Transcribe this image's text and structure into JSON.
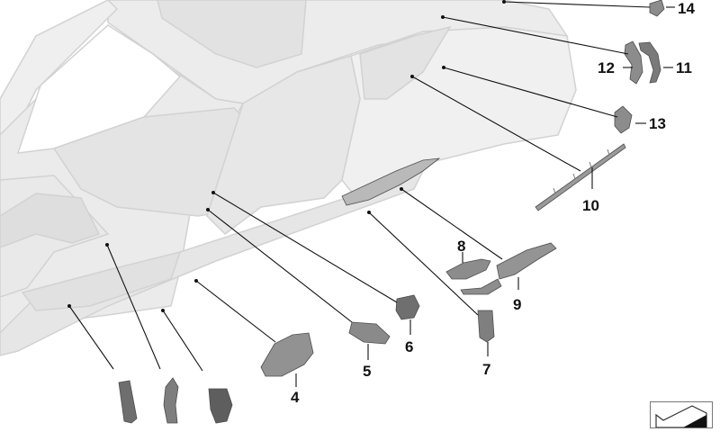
{
  "diagram": {
    "type": "exploded parts diagram",
    "subject": "car body shell (coupe) with interior body parts / reinforcements",
    "colors": {
      "body": "#e9e9e9",
      "body_stroke": "#cfcfcf",
      "part": "#8a8a8a",
      "part_dark": "#4a4a4a",
      "leader": "#111111",
      "label": "#111111"
    },
    "callouts": [
      {
        "id": "1",
        "label": "",
        "visible_number": false
      },
      {
        "id": "2",
        "label": "",
        "visible_number": false
      },
      {
        "id": "3",
        "label": "",
        "visible_number": false
      },
      {
        "id": "4",
        "label": "4",
        "visible_number": true
      },
      {
        "id": "5",
        "label": "5",
        "visible_number": true
      },
      {
        "id": "6",
        "label": "6",
        "visible_number": true
      },
      {
        "id": "7",
        "label": "7",
        "visible_number": true
      },
      {
        "id": "8",
        "label": "8",
        "visible_number": true
      },
      {
        "id": "9",
        "label": "9",
        "visible_number": true
      },
      {
        "id": "10",
        "label": "10",
        "visible_number": true
      },
      {
        "id": "11",
        "label": "11",
        "visible_number": true
      },
      {
        "id": "12",
        "label": "12",
        "visible_number": true
      },
      {
        "id": "13",
        "label": "13",
        "visible_number": true
      },
      {
        "id": "14",
        "label": "14",
        "visible_number": true
      }
    ],
    "nav_icon": "page-turn-icon"
  }
}
